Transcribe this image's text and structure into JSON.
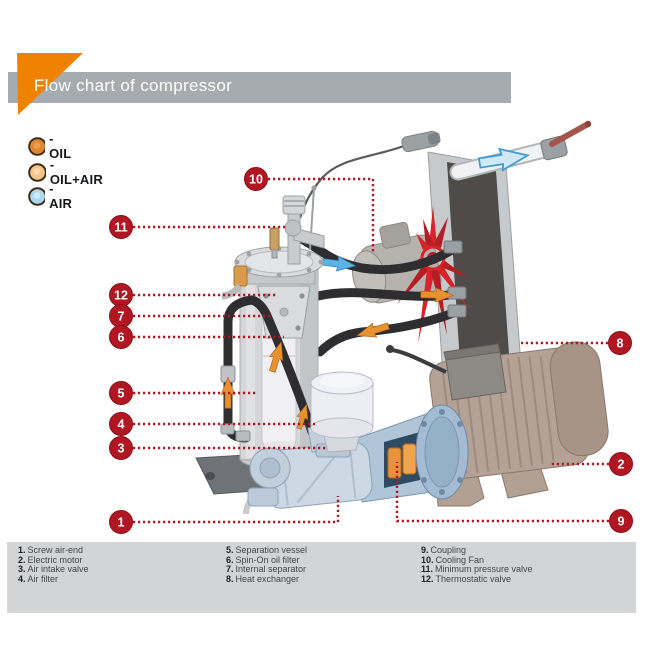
{
  "header": {
    "title": "Flow chart of compressor"
  },
  "legend": {
    "items": [
      {
        "label": "-OIL",
        "fill": "#e0862f",
        "edge": "#3d2b16"
      },
      {
        "label": "-OIL+AIR",
        "fill": "#f6c488",
        "edge": "#3d2b16"
      },
      {
        "label": "-AIR",
        "fill": "#a9d9ef",
        "edge": "#3d2b16"
      }
    ]
  },
  "parts": [
    {
      "callout": "1",
      "list": "1.",
      "label": "Screw air-end"
    },
    {
      "callout": "2",
      "list": "2.",
      "label": "Electric motor"
    },
    {
      "callout": "3",
      "list": "3.",
      "label": "Air intake valve"
    },
    {
      "callout": "4",
      "list": "4.",
      "label": "Air filter"
    },
    {
      "callout": "5",
      "list": "5.",
      "label": "Separation vessel"
    },
    {
      "callout": "6",
      "list": "6.",
      "label": "Spin-On oil filter"
    },
    {
      "callout": "7",
      "list": "7.",
      "label": "Internal separator"
    },
    {
      "callout": "8",
      "list": "8.",
      "label": "Heat exchanger"
    },
    {
      "callout": "9",
      "list": "9.",
      "label": "Coupling"
    },
    {
      "callout": "10",
      "list": "10.",
      "label": "Cooling Fan"
    },
    {
      "callout": "11",
      "list": "11.",
      "label": "Minimum pressure valve"
    },
    {
      "callout": "12",
      "list": "12.",
      "label": "Thermostatic valve"
    }
  ],
  "colors": {
    "accent_orange": "#ef8200",
    "header_bar": "#a5abae",
    "callout_red": "#b01722",
    "oil_arrow": "#e8922f",
    "air_arrow": "#5db3e4",
    "fan_red": "#d8232a",
    "motor_tan": "#b5a296",
    "airend_blue": "#ccd8e3",
    "footer_bar": "#d2d4d6"
  }
}
